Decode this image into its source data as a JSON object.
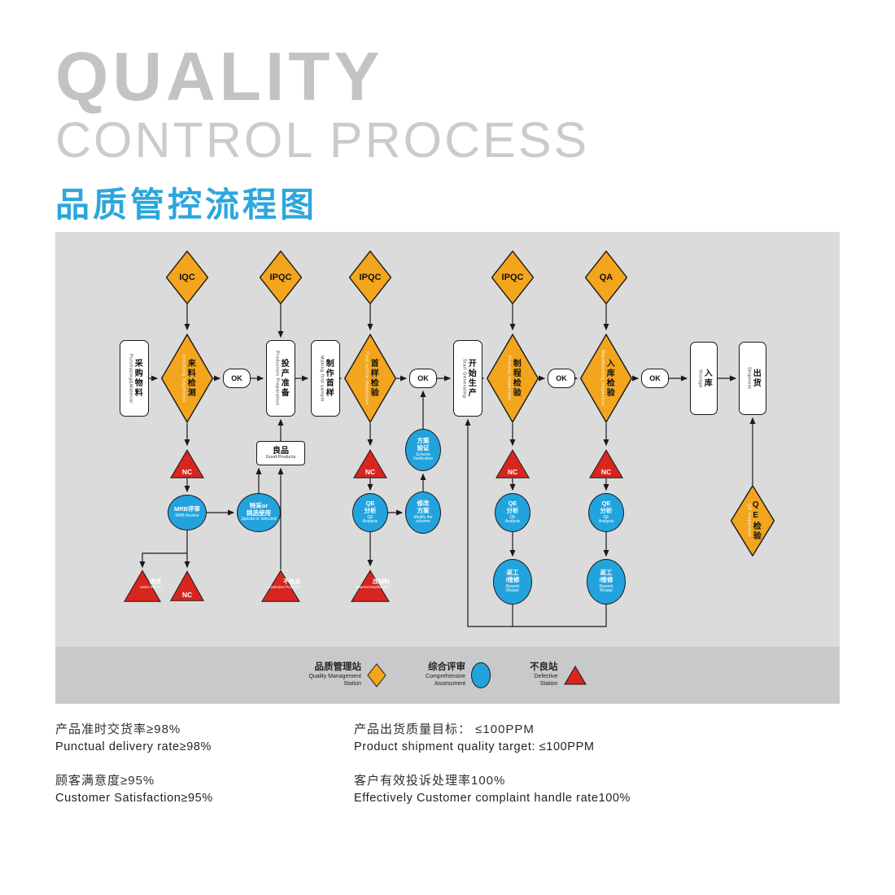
{
  "title": {
    "line1": "QUALITY",
    "line2": "CONTROL PROCESS",
    "subtitle": "品质管控流程图"
  },
  "colors": {
    "accent_blue": "#2ba7dc",
    "diamond_yellow": "#f2a51d",
    "oval_blue": "#22a3de",
    "triangle_red": "#d8251f",
    "chart_bg": "#dbdbdb",
    "legend_bg": "#c7c9ca"
  },
  "nodes": {
    "iqc": {
      "label": "IQC"
    },
    "ipqc1": {
      "label": "IPQC"
    },
    "ipqc2": {
      "label": "IPQC"
    },
    "ipqc3": {
      "label": "IPQC"
    },
    "qa": {
      "label": "QA"
    },
    "purchasing": {
      "zh": "采购物料",
      "en": "Purchasing&Material"
    },
    "incoming": {
      "zh": "来料检测",
      "en": "Incoming Inspection"
    },
    "ok1": {
      "label": "OK"
    },
    "ok2": {
      "label": "OK"
    },
    "ok3": {
      "label": "OK"
    },
    "ok4": {
      "label": "OK"
    },
    "prep": {
      "zh": "投产准备",
      "en": "Production Preparation"
    },
    "first_sample": {
      "zh": "制作首样",
      "en": "Making first sample"
    },
    "first_inspection": {
      "zh": "首样检验",
      "en": "First article Inspection"
    },
    "start_production": {
      "zh": "开始生产",
      "en": "Start Generating"
    },
    "process_inspection": {
      "zh": "制程检验",
      "en": "Process Inspection"
    },
    "warehouse_inspection": {
      "zh": "入库检验",
      "en": "Warehousing Inspection"
    },
    "storage": {
      "zh": "入库",
      "en": "Storage"
    },
    "shipment": {
      "zh": "出货",
      "en": "Shipment"
    },
    "nc1": {
      "label": "NC"
    },
    "nc2": {
      "label": "NC"
    },
    "nc3": {
      "label": "NC"
    },
    "nc4": {
      "label": "NC"
    },
    "nc5": {
      "label": "NC"
    },
    "mrb": {
      "zh": "MRB评审",
      "en": "MRB Review"
    },
    "special": {
      "zh": "特采or\n挑选使用",
      "en": "Special or Selected"
    },
    "good": {
      "zh": "良品",
      "en": "Good Products"
    },
    "sales_return": {
      "zh": "退货",
      "en": "Sales Return"
    },
    "defective": {
      "zh": "不良品",
      "en": "Defective Products"
    },
    "material_change": {
      "zh": "改材料",
      "en": "Material Modification"
    },
    "qe1": {
      "zh": "QE\n分析",
      "en": "QE\nAnalysis"
    },
    "qe2": {
      "zh": "QE\n分析",
      "en": "QE\nAnalysis"
    },
    "qe3": {
      "zh": "QE\n分析",
      "en": "QE\nAnalysis"
    },
    "modify": {
      "zh": "修改\n方案",
      "en": "Modify the\nscheme"
    },
    "verify": {
      "zh": "方案\n验证",
      "en": "Scheme\nVerification"
    },
    "rework1": {
      "zh": "返工\n/维修",
      "en": "Rework\n/Repair"
    },
    "rework2": {
      "zh": "返工\n/维修",
      "en": "Rework\n/Repair"
    },
    "qe_inspection": {
      "zh": "QE检验",
      "en": "QE Inspection"
    }
  },
  "legend": {
    "items": [
      {
        "zh": "品质管理站",
        "en": "Quality Management\nStation",
        "shape": "diamond"
      },
      {
        "zh": "综合评审",
        "en": "Comprehensive\nAssessment",
        "shape": "oval"
      },
      {
        "zh": "不良站",
        "en": "Defective\nStation",
        "shape": "triangle"
      }
    ]
  },
  "stats": {
    "left": [
      {
        "zh": "产品准时交货率≥98%",
        "en": "Punctual delivery rate≥98%"
      },
      {
        "zh": "顾客满意度≥95%",
        "en": "Customer Satisfaction≥95%"
      }
    ],
    "right": [
      {
        "zh": "产品出货质量目标： ≤100PPM",
        "en": "Product shipment quality target: ≤100PPM"
      },
      {
        "zh": "客户有效投诉处理率100%",
        "en": "Effectively Customer complaint handle rate100%"
      }
    ]
  }
}
